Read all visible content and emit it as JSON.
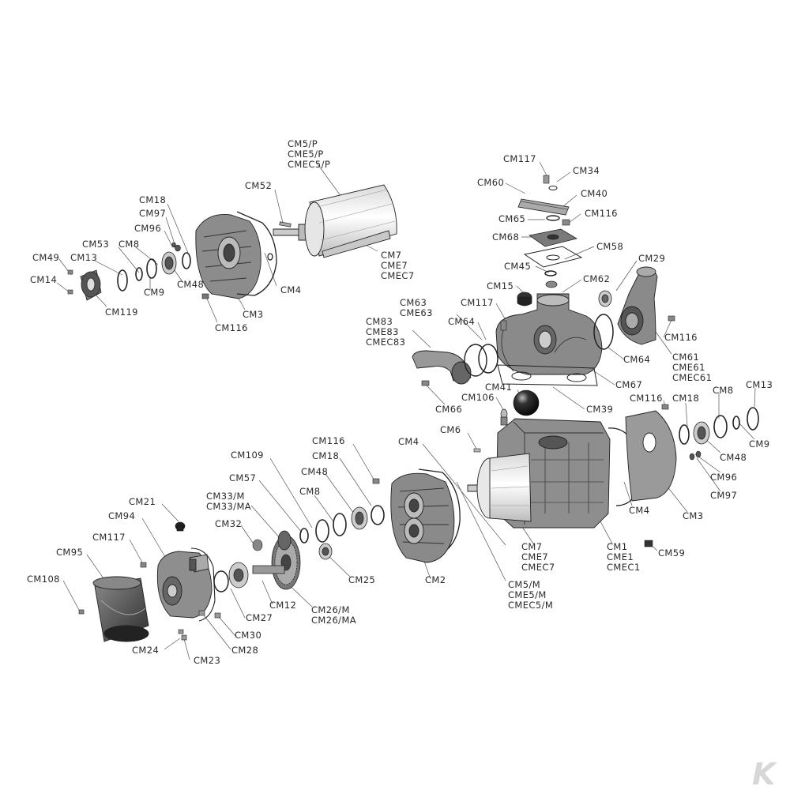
{
  "labels": {
    "cm5p": "CM5/P\nCME5/P\nCMEC5/P",
    "cm52": "CM52",
    "cm7_top": "CM7\nCME7\nCMEC7",
    "cm4_top": "CM4",
    "cm3_top": "CM3",
    "cm116_top": "CM116",
    "cm119": "CM119",
    "cm18_top": "CM18",
    "cm97_top": "CM97",
    "cm96_top": "CM96",
    "cm53": "CM53",
    "cm8_top": "CM8",
    "cm9_top": "CM9",
    "cm48_top": "CM48",
    "cm49": "CM49",
    "cm13_top": "CM13",
    "cm14": "CM14",
    "cm117_top": "CM117",
    "cm34": "CM34",
    "cm60": "CM60",
    "cm40": "CM40",
    "cm65": "CM65",
    "cm116_r1": "CM116",
    "cm68": "CM68",
    "cm58": "CM58",
    "cm45": "CM45",
    "cm29": "CM29",
    "cm62": "CM62",
    "cm15": "CM15",
    "cm63": "CM63\nCME63",
    "cm117_mid": "CM117",
    "cm83": "CM83\nCME83\nCMEC83",
    "cm64_l": "CM64",
    "cm64_r": "CM64",
    "cm116_r2": "CM116",
    "cm61": "CM61\nCME61\nCMEC61",
    "cm67": "CM67",
    "cm41": "CM41",
    "cm106": "CM106",
    "cm66": "CM66",
    "cm39": "CM39",
    "cm116_r3": "CM116",
    "cm18_r": "CM18",
    "cm8_r": "CM8",
    "cm13_r": "CM13",
    "cm9_r": "CM9",
    "cm48_r": "CM48",
    "cm96_r": "CM96",
    "cm97_r": "CM97",
    "cm6": "CM6",
    "cm4_mid": "CM4",
    "cm4_r": "CM4",
    "cm3_r": "CM3",
    "cm59": "CM59",
    "cm1": "CM1\nCME1\nCMEC1",
    "cm7_mid": "CM7\nCME7\nCMEC7",
    "cm5m": "CM5/M\nCME5/M\nCMEC5/M",
    "cm116_b": "CM116",
    "cm18_b": "CM18",
    "cm48_b": "CM48",
    "cm8_b": "CM8",
    "cm109": "CM109",
    "cm57": "CM57",
    "cm33": "CM33/M\nCM33/MA",
    "cm32": "CM32",
    "cm21": "CM21",
    "cm94": "CM94",
    "cm117_b": "CM117",
    "cm95": "CM95",
    "cm108": "CM108",
    "cm25": "CM25",
    "cm2": "CM2",
    "cm12": "CM12",
    "cm26": "CM26/M\nCM26/MA",
    "cm27": "CM27",
    "cm30": "CM30",
    "cm28": "CM28",
    "cm24": "CM24",
    "cm23": "CM23"
  },
  "logo": {
    "text": "K",
    "color": "#d7d7d7"
  },
  "colors": {
    "ink": "#2a2a2a",
    "part_light": "#f2f2f2",
    "part_mid": "#9a9a9a",
    "part_dark": "#3d3d3d"
  }
}
